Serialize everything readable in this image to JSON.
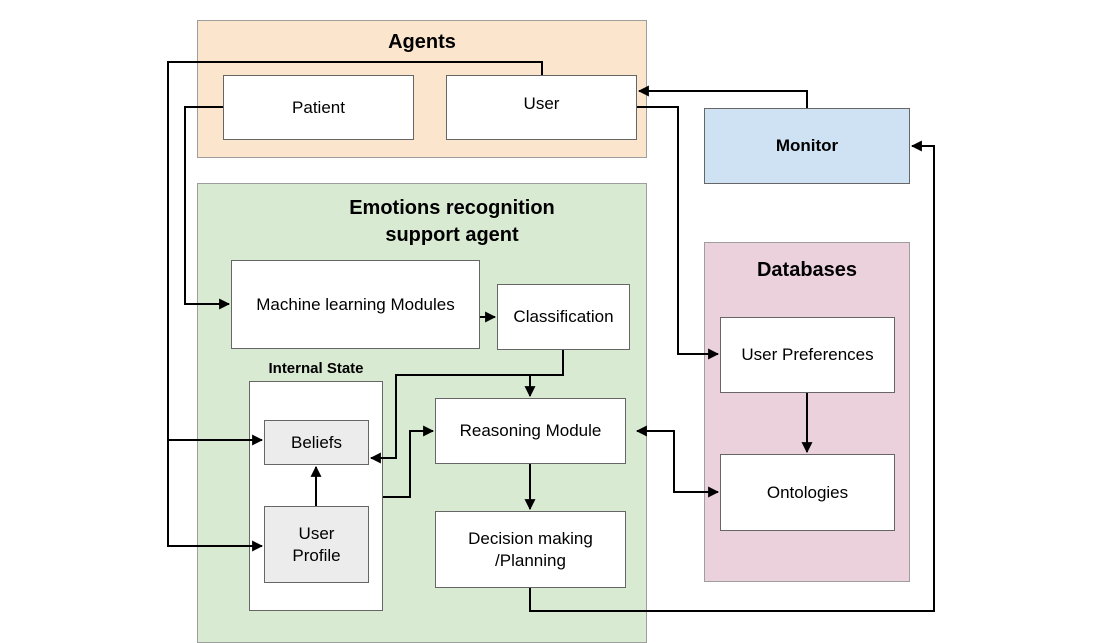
{
  "colors": {
    "agents_bg": "#fce5cd",
    "emotions_bg": "#d9ead3",
    "databases_bg": "#ead1dc",
    "monitor_bg": "#cfe2f3",
    "box_gray": "#ececec"
  },
  "groups": {
    "agents": "Agents",
    "emotions_line1": "Emotions recognition",
    "emotions_line2": "support agent",
    "internal_state": "Internal State",
    "databases": "Databases"
  },
  "nodes": {
    "patient": "Patient",
    "user": "User",
    "monitor": "Monitor",
    "ml_modules": "Machine learning Modules",
    "classification": "Classification",
    "beliefs": "Beliefs",
    "user_profile_line1": "User",
    "user_profile_line2": "Profile",
    "reasoning": "Reasoning Module",
    "decision_line1": "Decision making",
    "decision_line2": "/Planning",
    "user_preferences": "User Preferences",
    "ontologies": "Ontologies"
  }
}
